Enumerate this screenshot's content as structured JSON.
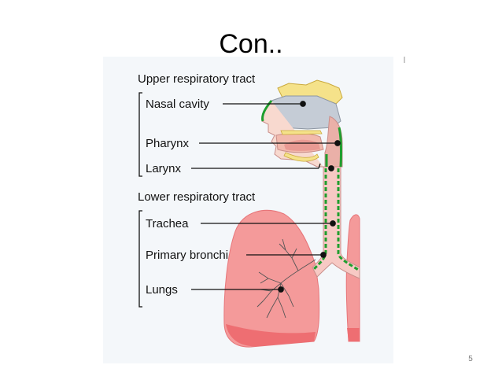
{
  "slide": {
    "title": "Con..",
    "page_number": "5"
  },
  "diagram": {
    "upper_header": "Upper respiratory tract",
    "lower_header": "Lower respiratory tract",
    "labels": {
      "nasal_cavity": "Nasal cavity",
      "pharynx": "Pharynx",
      "larynx": "Larynx",
      "trachea": "Trachea",
      "primary_bronchi": "Primary bronchi",
      "lungs": "Lungs"
    },
    "colors": {
      "lung": "#f49a9a",
      "lung_dark": "#ee6e72",
      "airway_green": "#1f9e2e",
      "bone_yellow": "#f5e28a",
      "nasal_gray": "#c5ccd6",
      "trachea_pink": "#f7c9c4"
    }
  }
}
